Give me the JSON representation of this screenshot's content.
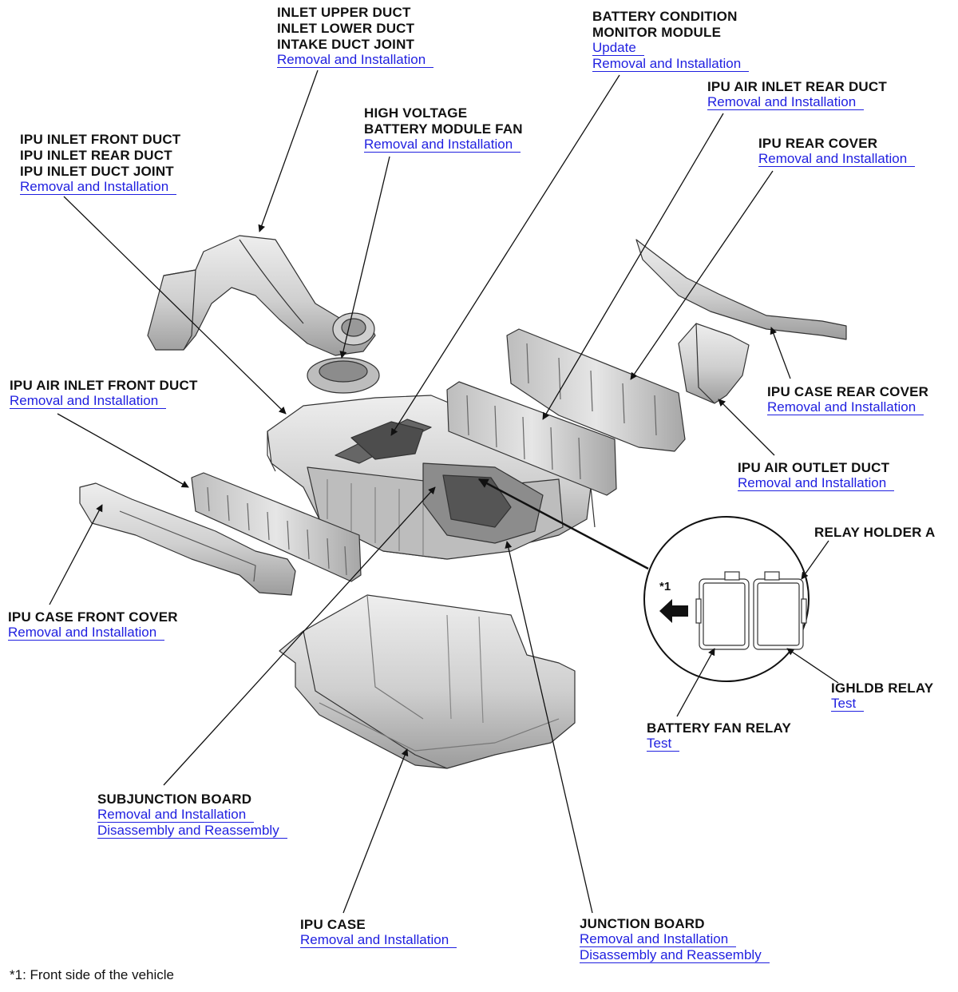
{
  "callouts": {
    "inlet_upper_duct": {
      "titles": [
        "INLET UPPER DUCT",
        "INLET LOWER DUCT",
        "INTAKE DUCT JOINT"
      ],
      "links": [
        "Removal and Installation"
      ]
    },
    "battery_condition_monitor": {
      "titles": [
        "BATTERY CONDITION",
        "MONITOR MODULE"
      ],
      "links": [
        "Update",
        "Removal and Installation"
      ]
    },
    "ipu_air_inlet_rear_duct": {
      "titles": [
        "IPU AIR INLET REAR DUCT"
      ],
      "links": [
        "Removal and Installation"
      ]
    },
    "high_voltage_fan": {
      "titles": [
        "HIGH VOLTAGE",
        "BATTERY MODULE FAN"
      ],
      "links": [
        "Removal and Installation"
      ]
    },
    "ipu_inlet_front_duct": {
      "titles": [
        "IPU INLET FRONT DUCT",
        "IPU INLET REAR DUCT",
        "IPU INLET DUCT JOINT"
      ],
      "links": [
        "Removal and Installation"
      ]
    },
    "ipu_rear_cover": {
      "titles": [
        "IPU REAR COVER"
      ],
      "links": [
        "Removal and Installation"
      ]
    },
    "ipu_air_inlet_front_duct": {
      "titles": [
        "IPU AIR INLET FRONT DUCT"
      ],
      "links": [
        "Removal and Installation"
      ]
    },
    "ipu_case_rear_cover": {
      "titles": [
        "IPU CASE REAR COVER"
      ],
      "links": [
        "Removal and Installation"
      ]
    },
    "ipu_air_outlet_duct": {
      "titles": [
        "IPU AIR OUTLET DUCT"
      ],
      "links": [
        "Removal and Installation"
      ]
    },
    "relay_holder_a": {
      "titles": [
        "RELAY HOLDER A"
      ],
      "links": []
    },
    "ipu_case_front_cover": {
      "titles": [
        "IPU CASE FRONT COVER"
      ],
      "links": [
        "Removal and Installation"
      ]
    },
    "ighldb_relay": {
      "titles": [
        "IGHLDB RELAY"
      ],
      "links": [
        "Test"
      ]
    },
    "battery_fan_relay": {
      "titles": [
        "BATTERY FAN RELAY"
      ],
      "links": [
        "Test"
      ]
    },
    "subjunction_board": {
      "titles": [
        "SUBJUNCTION BOARD"
      ],
      "links": [
        "Removal and Installation",
        "Disassembly and Reassembly"
      ]
    },
    "ipu_case": {
      "titles": [
        "IPU CASE"
      ],
      "links": [
        "Removal and Installation"
      ]
    },
    "junction_board": {
      "titles": [
        "JUNCTION BOARD"
      ],
      "links": [
        "Removal and Installation",
        "Disassembly and Reassembly"
      ]
    }
  },
  "inset_marker": "*1",
  "footnote": "*1: Front side of the vehicle",
  "colors": {
    "link": "#1f1fe0",
    "text": "#111111",
    "part_fill": "#d2d2d2",
    "part_stroke": "#333333"
  }
}
